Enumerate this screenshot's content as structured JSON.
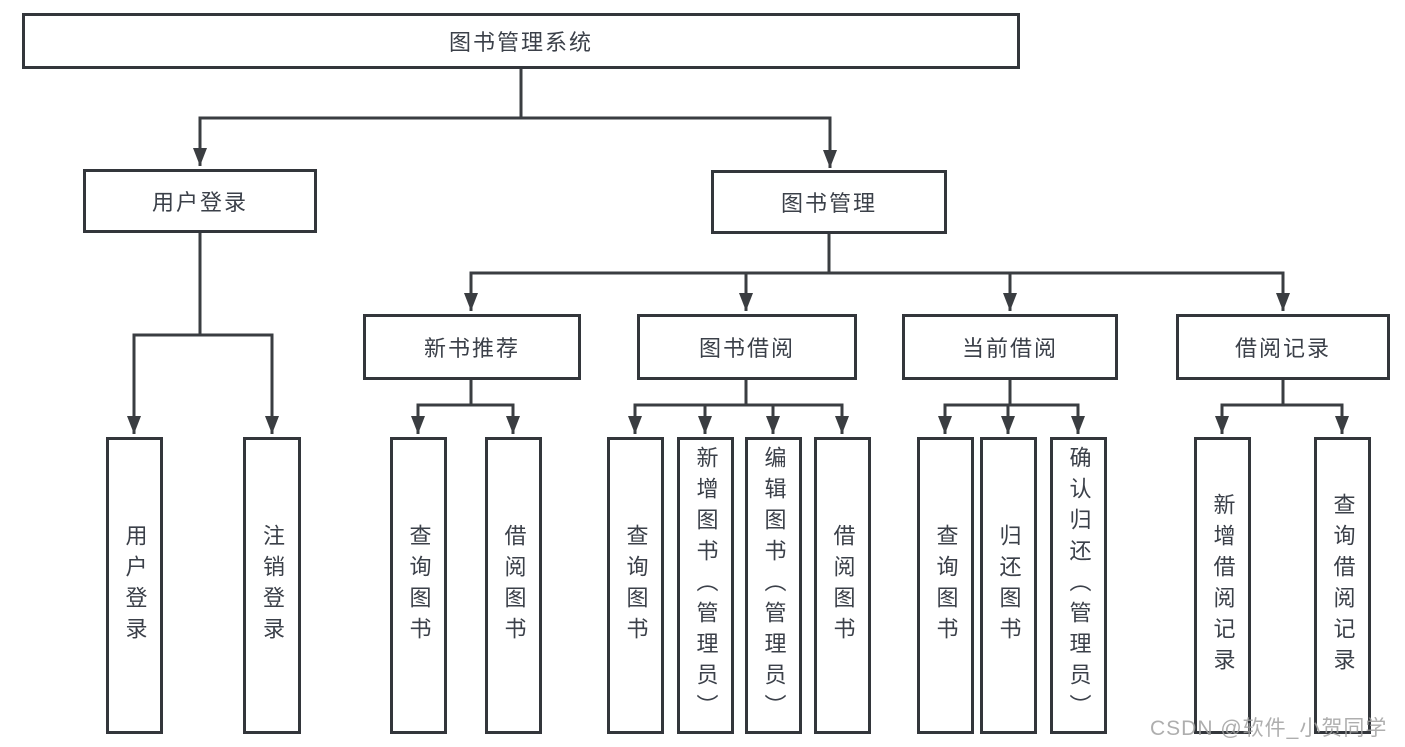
{
  "diagram": {
    "root": {
      "label": "图书管理系统"
    },
    "branches": [
      {
        "label": "用户登录",
        "children": [
          {
            "label": "用户登录"
          },
          {
            "label": "注销登录"
          }
        ]
      },
      {
        "label": "图书管理",
        "children": [
          {
            "label": "新书推荐",
            "children": [
              {
                "label": "查询图书"
              },
              {
                "label": "借阅图书"
              }
            ]
          },
          {
            "label": "图书借阅",
            "children": [
              {
                "label": "查询图书"
              },
              {
                "label": "新增图书（管理员）"
              },
              {
                "label": "编辑图书（管理员）"
              },
              {
                "label": "借阅图书"
              }
            ]
          },
          {
            "label": "当前借阅",
            "children": [
              {
                "label": "查询图书"
              },
              {
                "label": "归还图书"
              },
              {
                "label": "确认归还（管理员）"
              }
            ]
          },
          {
            "label": "借阅记录",
            "children": [
              {
                "label": "新增借阅记录"
              },
              {
                "label": "查询借阅记录"
              }
            ]
          }
        ]
      }
    ]
  },
  "watermark": {
    "text": "CSDN @软件_小贺同学"
  },
  "colors": {
    "line": "#3a3d41",
    "border": "#33363b",
    "text": "#3b4049",
    "background": "#ffffff",
    "watermark": "#a0a0a0"
  }
}
